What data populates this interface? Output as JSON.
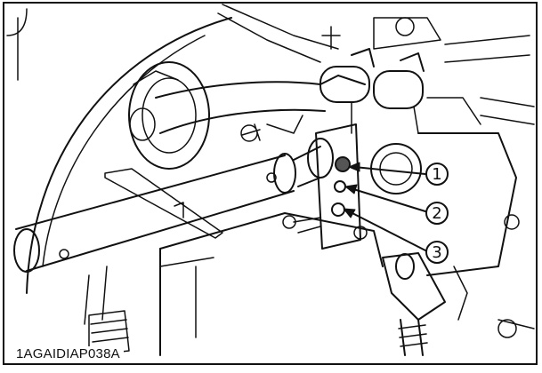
{
  "figure": {
    "reference_code": "1AGAIDIAP038A",
    "callouts": [
      {
        "number": "1"
      },
      {
        "number": "2"
      },
      {
        "number": "3"
      }
    ]
  }
}
